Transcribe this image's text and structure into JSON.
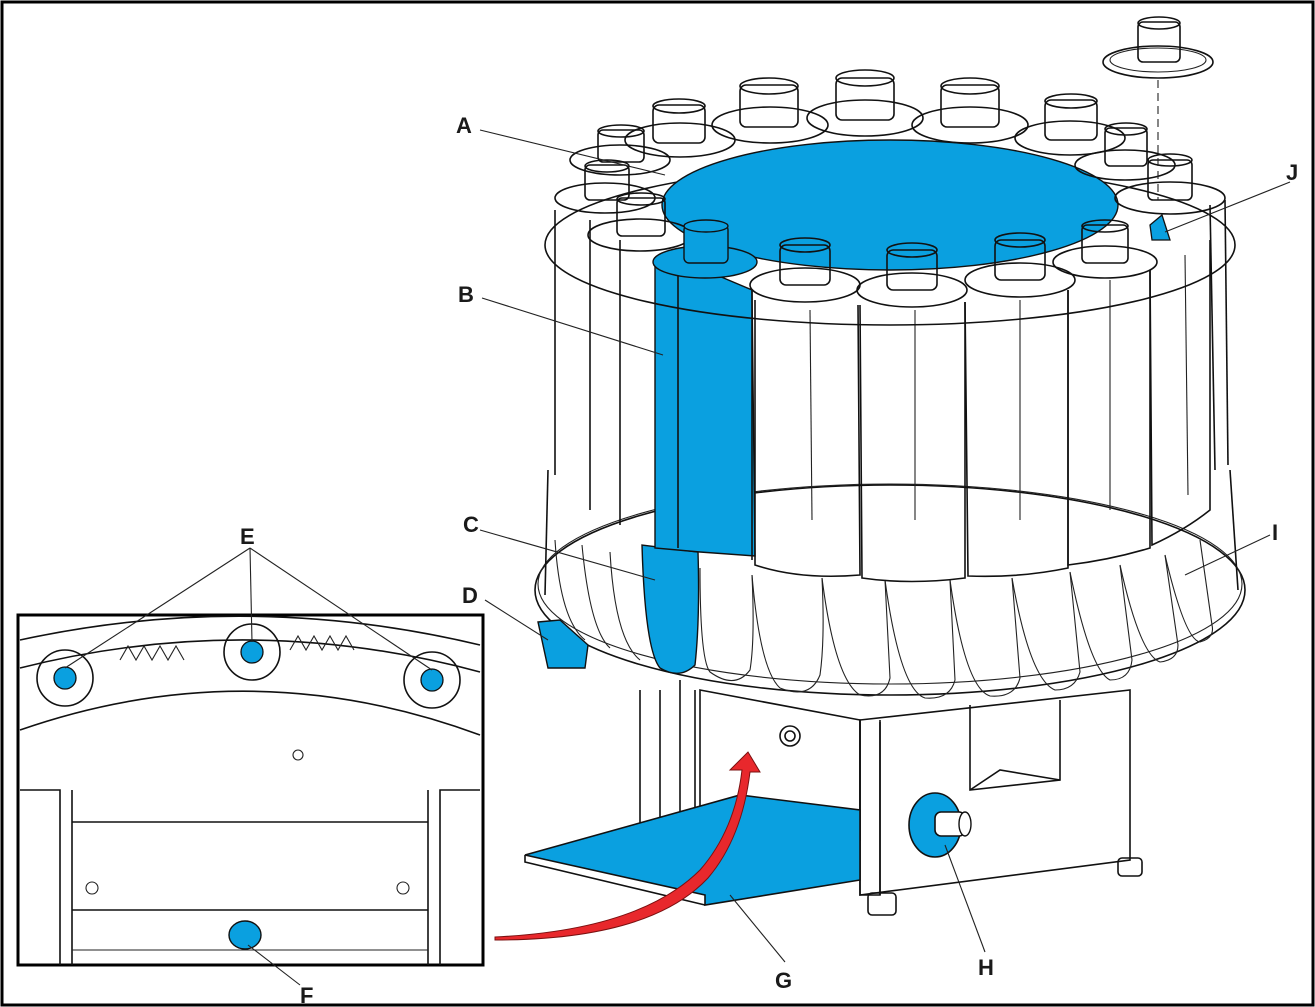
{
  "figure": {
    "callouts": [
      {
        "id": "A",
        "label": "A"
      },
      {
        "id": "B",
        "label": "B"
      },
      {
        "id": "C",
        "label": "C"
      },
      {
        "id": "D",
        "label": "D"
      },
      {
        "id": "E",
        "label": "E"
      },
      {
        "id": "F",
        "label": "F"
      },
      {
        "id": "G",
        "label": "G"
      },
      {
        "id": "H",
        "label": "H"
      },
      {
        "id": "I",
        "label": "I"
      },
      {
        "id": "J",
        "label": "J"
      }
    ],
    "colors": {
      "highlight": "#0aa0e0",
      "arrow": "#e8282c",
      "line": "#111111",
      "frame": "#000000"
    }
  }
}
